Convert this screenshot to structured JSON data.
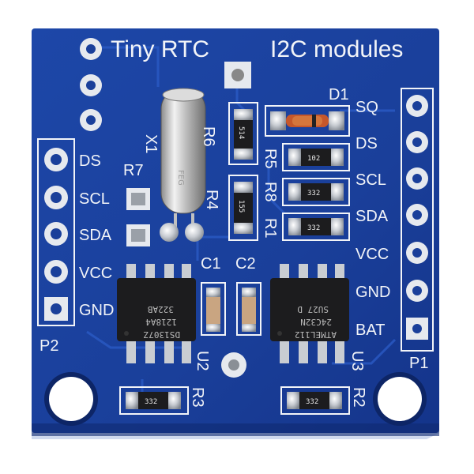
{
  "board": {
    "title_left": "Tiny RTC",
    "title_right": "I2C modules",
    "colors": {
      "pcb": "#1a3f9a",
      "pcb_dark": "#0f2a72",
      "silkscreen": "#f2f4f8",
      "pad": "#cfd3d8",
      "chip": "#1c1c1e"
    }
  },
  "labels": {
    "x1": "X1",
    "d1": "D1",
    "r6": "R6",
    "r5": "R5",
    "r8": "R8",
    "r4": "R4",
    "r1": "R1",
    "r7": "R7",
    "c1": "C1",
    "c2": "C2",
    "u2": "U2",
    "u3": "U3",
    "r3": "R3",
    "r2": "R2",
    "p1": "P1",
    "p2": "P2"
  },
  "p2_pins": [
    "DS",
    "SCL",
    "SDA",
    "VCC",
    "GND"
  ],
  "p1_pins": [
    "SQ",
    "DS",
    "SCL",
    "SDA",
    "VCC",
    "GND",
    "BAT"
  ],
  "smd_markings": {
    "r6": "514",
    "r4": "155",
    "r5": "102",
    "r8": "332",
    "r1": "332",
    "r3": "332",
    "r2": "332"
  },
  "chip_u2_lines": [
    "DS1307Z",
    "1218A4",
    "322AB"
  ],
  "chip_u3_lines": [
    "ATMEL112",
    "24C32N",
    "SU27 D"
  ],
  "crystal_marking": "FEG"
}
